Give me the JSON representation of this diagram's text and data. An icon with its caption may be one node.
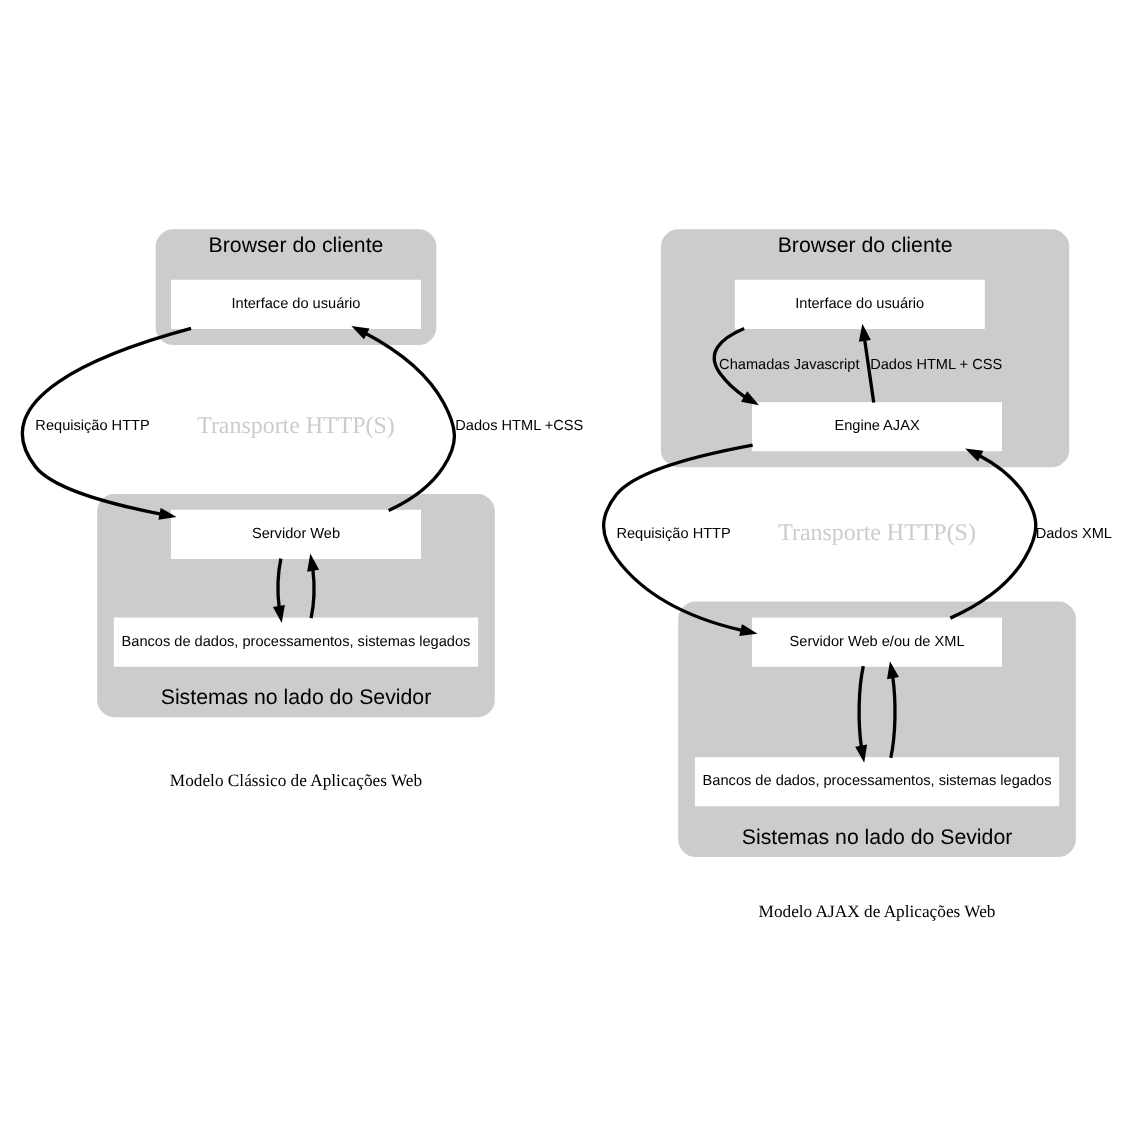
{
  "diagram": {
    "nodes": [
      {
        "text": [
          "Browser do cliente"
        ]
      },
      {
        "text": [
          "Interface do usuário"
        ],
        "in": 0
      },
      {
        "text": [
          "Sistemas no lado do Sevidor"
        ]
      },
      {
        "text": [
          "Servidor Web"
        ],
        "in": 2
      },
      {
        "text": [
          "Bancos de dados, processamentos, sistemas legados"
        ],
        "in": 2
      },
      {
        "text": [
          "Browser do cliente"
        ]
      },
      {
        "text": [
          "Interface do usuário"
        ],
        "in": 5
      },
      {
        "text": [
          "Engine AJAX"
        ],
        "in": 5
      },
      {
        "text": [
          "Sistemas no lado do Sevidor"
        ]
      },
      {
        "text": [
          "Servidor Web e/ou de XML"
        ],
        "in": 8
      },
      {
        "text": [
          "Bancos de dados, processamentos, sistemas legados"
        ],
        "in": 8
      }
    ],
    "edges": [
      {
        "from": 1,
        "to": 3,
        "arrow": "to",
        "label": "Requisição HTTP"
      },
      {
        "from": 3,
        "to": 1,
        "arrow": "to",
        "label": "Dados HTML +CSS"
      },
      {
        "from": 3,
        "to": 4,
        "arrow": "to"
      },
      {
        "from": 4,
        "to": 3,
        "arrow": "to"
      },
      {
        "from": 6,
        "to": 7,
        "arrow": "to",
        "label": "Chamadas Javascript"
      },
      {
        "from": 7,
        "to": 6,
        "arrow": "to",
        "label": "Dados HTML + CSS"
      },
      {
        "from": 7,
        "to": 9,
        "arrow": "to",
        "label": "Requisição HTTP"
      },
      {
        "from": 9,
        "to": 7,
        "arrow": "to",
        "label": "Dados XML"
      },
      {
        "from": 9,
        "to": 10,
        "arrow": "to"
      },
      {
        "from": 10,
        "to": 9,
        "arrow": "to"
      }
    ],
    "labels": [
      "Transporte HTTP(S)",
      "Transporte HTTP(S)",
      "Modelo Clássico de Aplicações Web",
      "Modelo AJAX de Aplicações Web"
    ]
  }
}
